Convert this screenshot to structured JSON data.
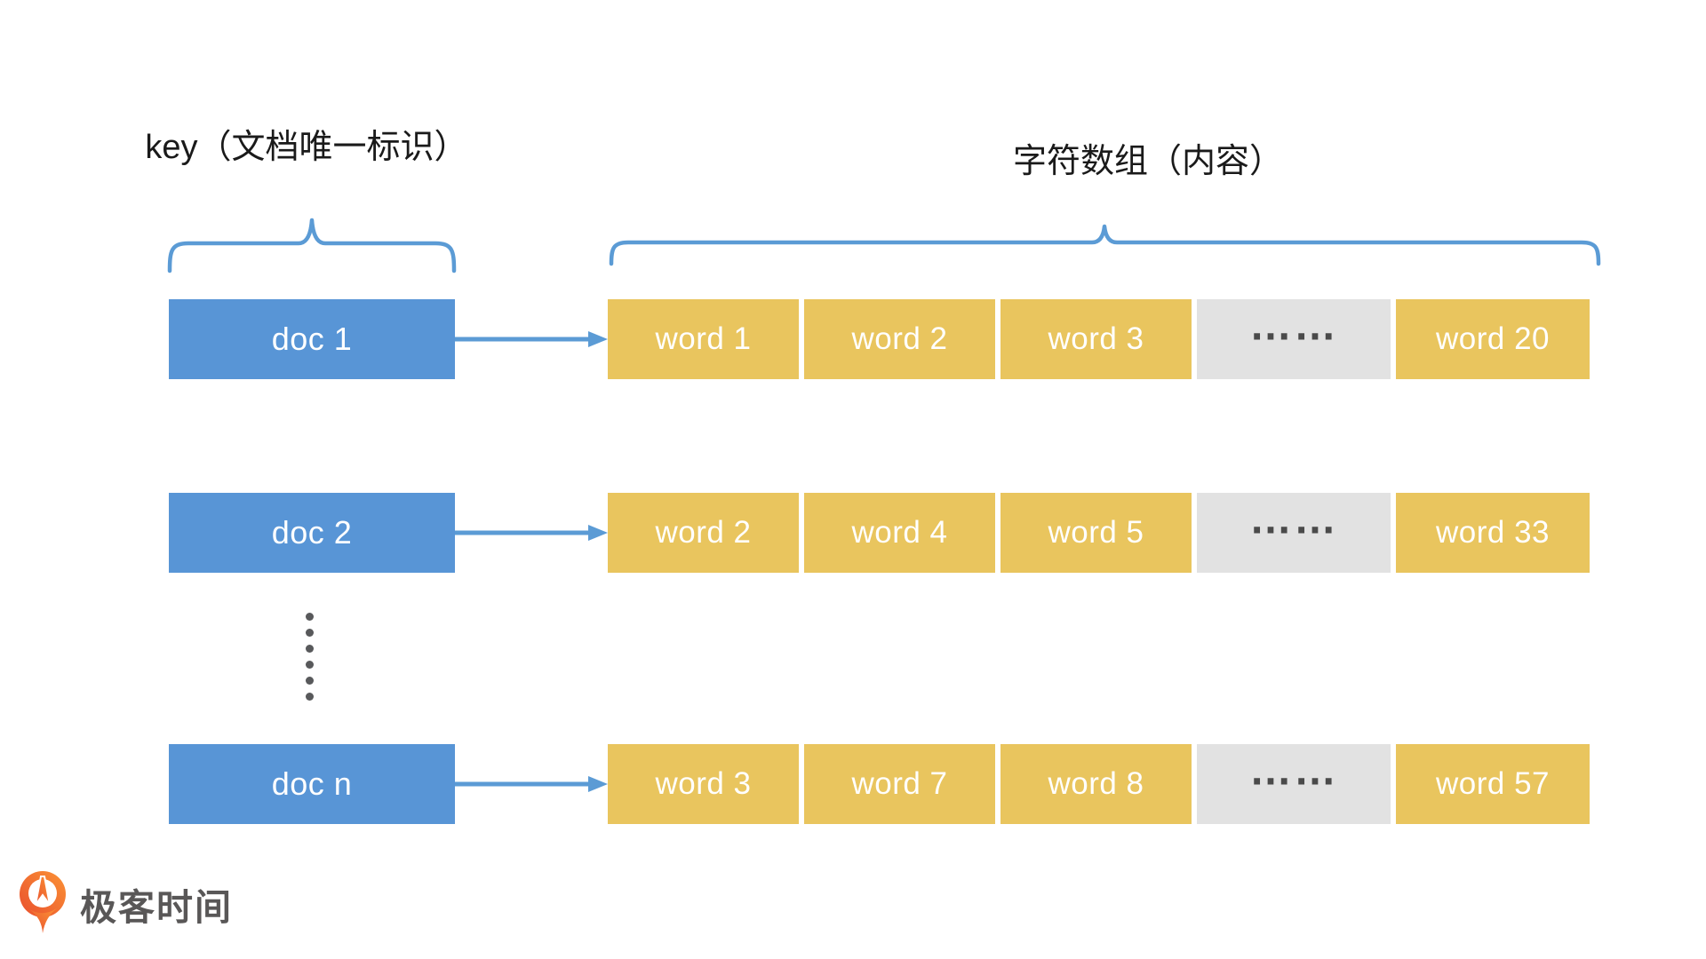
{
  "header": {
    "key_label": "key（文档唯一标识）",
    "array_label": "字符数组（内容）"
  },
  "table": {
    "rows": [
      {
        "doc": "doc 1",
        "words": [
          "word 1",
          "word 2",
          "word 3",
          "……",
          "word 20"
        ]
      },
      {
        "doc": "doc 2",
        "words": [
          "word 2",
          "word 4",
          "word 5",
          "……",
          "word 33"
        ]
      },
      {
        "doc": "doc n",
        "words": [
          "word 3",
          "word 7",
          "word 8",
          "……",
          "word 57"
        ]
      }
    ]
  },
  "footer": {
    "logo_text": "极客时间"
  },
  "colors": {
    "doc_box_blue": "#5895D6",
    "word_box_yellow": "#E9C55E",
    "ellipsis_box_gray": "#E2E2E2",
    "stroke_blue": "#5B9BD5",
    "label_text": "#1A1A1A",
    "logo_orange_dark": "#E94F2E",
    "logo_orange_light": "#FB9335",
    "logo_text_gray": "#595757"
  }
}
